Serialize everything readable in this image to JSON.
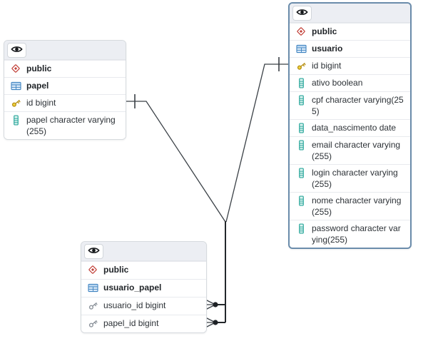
{
  "diagram": {
    "tool": "erd-canvas",
    "tables": [
      {
        "schema": "public",
        "name": "papel",
        "selected": false,
        "header_button": "show-details-eye",
        "columns": [
          {
            "name": "id bigint",
            "key": "pk"
          },
          {
            "name": "papel character varying(255)",
            "key": "col"
          }
        ]
      },
      {
        "schema": "public",
        "name": "usuario",
        "selected": true,
        "header_button": "show-details-eye",
        "columns": [
          {
            "name": "id bigint",
            "key": "pk"
          },
          {
            "name": "ativo boolean",
            "key": "col"
          },
          {
            "name": "cpf character varying(255)",
            "key": "col"
          },
          {
            "name": "data_nascimento date",
            "key": "col"
          },
          {
            "name": "email character varying(255)",
            "key": "col"
          },
          {
            "name": "login character varying(255)",
            "key": "col"
          },
          {
            "name": "nome character varying(255)",
            "key": "col"
          },
          {
            "name": "password character varying(255)",
            "key": "col"
          }
        ]
      },
      {
        "schema": "public",
        "name": "usuario_papel",
        "selected": false,
        "header_button": "show-details-eye",
        "columns": [
          {
            "name": "usuario_id bigint",
            "key": "fk"
          },
          {
            "name": "papel_id bigint",
            "key": "fk"
          }
        ]
      }
    ],
    "relationships": [
      {
        "from": "usuario_papel.usuario_id",
        "to": "usuario.id",
        "from_cardinality": "many",
        "to_cardinality": "one"
      },
      {
        "from": "usuario_papel.papel_id",
        "to": "papel.id",
        "from_cardinality": "many",
        "to_cardinality": "one"
      }
    ],
    "colors": {
      "selected_border": "#6b8cab",
      "node_border": "#d6dade",
      "header_bg": "#eceef3",
      "line": "#3a4046",
      "schema_icon_red": "#c2423a",
      "table_icon_blue": "#3f83c0",
      "pk_icon_gold": "#d8b423",
      "fk_icon_gray": "#8d949c",
      "column_icon_teal": "#2aa79b"
    }
  }
}
